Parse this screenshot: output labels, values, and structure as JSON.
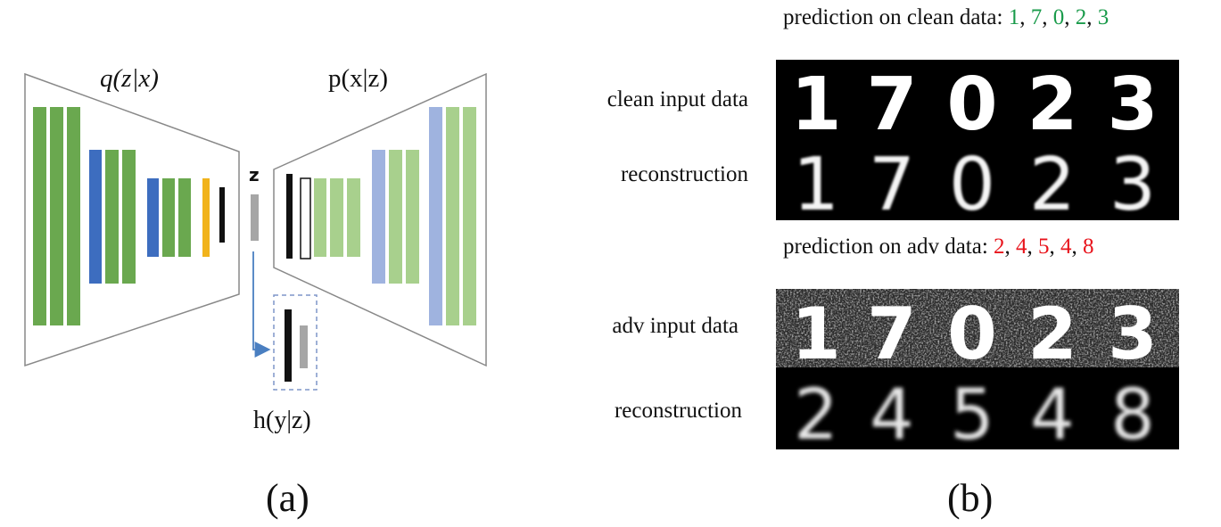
{
  "panel_a": {
    "encoder_label": "q(z|x)",
    "decoder_label": "p(x|z)",
    "latent_label": "z",
    "classifier_label": "h(y|z)",
    "caption": "(a)",
    "colors": {
      "green": "#6aa84f",
      "blue": "#3d6dbf",
      "orange": "#f1b31c",
      "light_green": "#a8d08d",
      "light_blue": "#9fb3df",
      "gray": "#a6a6a6",
      "arrow": "#4a7fc1"
    }
  },
  "panel_b": {
    "clean_prediction_prefix": "prediction on clean data: ",
    "clean_predictions": [
      "1",
      "7",
      "0",
      "2",
      "3"
    ],
    "clean_color": "#1a9b4b",
    "adv_prediction_prefix": "prediction on adv data: ",
    "adv_predictions": [
      "2",
      "4",
      "5",
      "4",
      "8"
    ],
    "adv_color": "#e8141c",
    "rows": [
      {
        "label": "clean input data",
        "digits": [
          "1",
          "7",
          "0",
          "2",
          "3"
        ]
      },
      {
        "label": "reconstruction",
        "digits": [
          "1",
          "7",
          "0",
          "2",
          "3"
        ]
      },
      {
        "label": "adv input data",
        "digits": [
          "1",
          "7",
          "0",
          "2",
          "3"
        ]
      },
      {
        "label": "reconstruction",
        "digits": [
          "2",
          "4",
          "5",
          "4",
          "8"
        ]
      }
    ],
    "caption": "(b)"
  }
}
